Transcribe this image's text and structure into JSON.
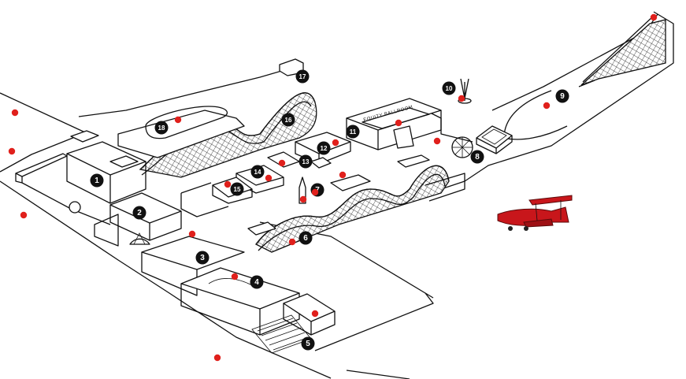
{
  "map": {
    "colors": {
      "line": "#111111",
      "marker": "#e0201c",
      "badge": "#111111",
      "plane": "#c8161b"
    },
    "landmarks": [
      {
        "id": "1",
        "label": "1"
      },
      {
        "id": "2",
        "label": "2"
      },
      {
        "id": "3",
        "label": "3"
      },
      {
        "id": "4",
        "label": "4"
      },
      {
        "id": "5",
        "label": "5"
      },
      {
        "id": "6",
        "label": "6"
      },
      {
        "id": "7",
        "label": "7"
      },
      {
        "id": "8",
        "label": "8"
      },
      {
        "id": "9",
        "label": "9"
      },
      {
        "id": "10",
        "label": "10"
      },
      {
        "id": "11",
        "label": "11"
      },
      {
        "id": "12",
        "label": "12"
      },
      {
        "id": "13",
        "label": "13"
      },
      {
        "id": "14",
        "label": "14"
      },
      {
        "id": "15",
        "label": "15"
      },
      {
        "id": "16",
        "label": "16"
      },
      {
        "id": "17",
        "label": "17"
      },
      {
        "id": "18",
        "label": "18"
      }
    ],
    "marker_count": 21,
    "building_sign": "EQUITY BALLROOM",
    "icons": [
      "biplane-icon",
      "ferris-wheel-icon",
      "roller-coaster-icon",
      "slide-icon",
      "tower-ride-icon"
    ]
  }
}
